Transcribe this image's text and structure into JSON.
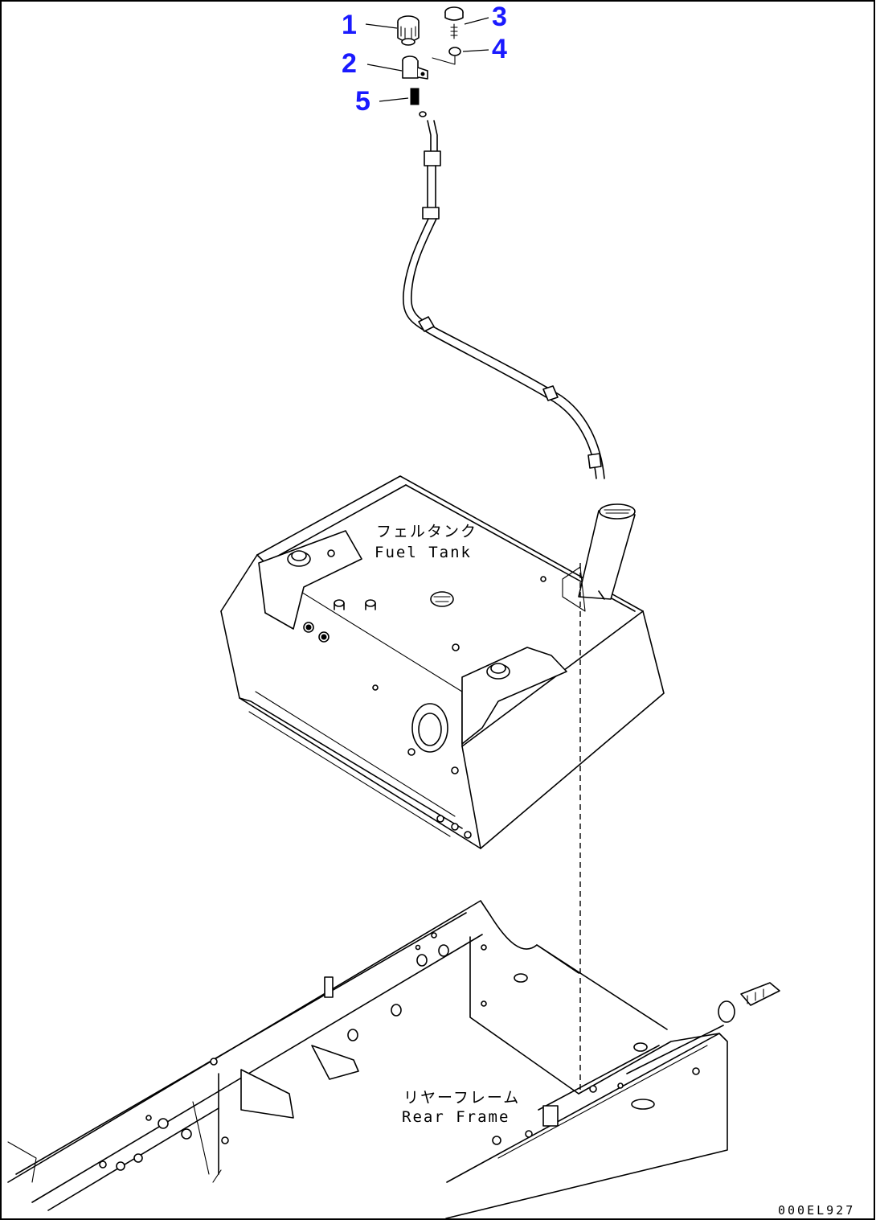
{
  "callouts": [
    {
      "number": "1"
    },
    {
      "number": "2"
    },
    {
      "number": "3"
    },
    {
      "number": "4"
    },
    {
      "number": "5"
    }
  ],
  "labels": {
    "fuel_tank_jp": "フェルタンク",
    "fuel_tank_en": "Fuel Tank",
    "rear_frame_jp": "リヤーフレーム",
    "rear_frame_en": "Rear Frame"
  },
  "drawing_code": "000EL927",
  "colors": {
    "callout": "#1a1aff",
    "line": "#000000",
    "background": "#ffffff"
  }
}
